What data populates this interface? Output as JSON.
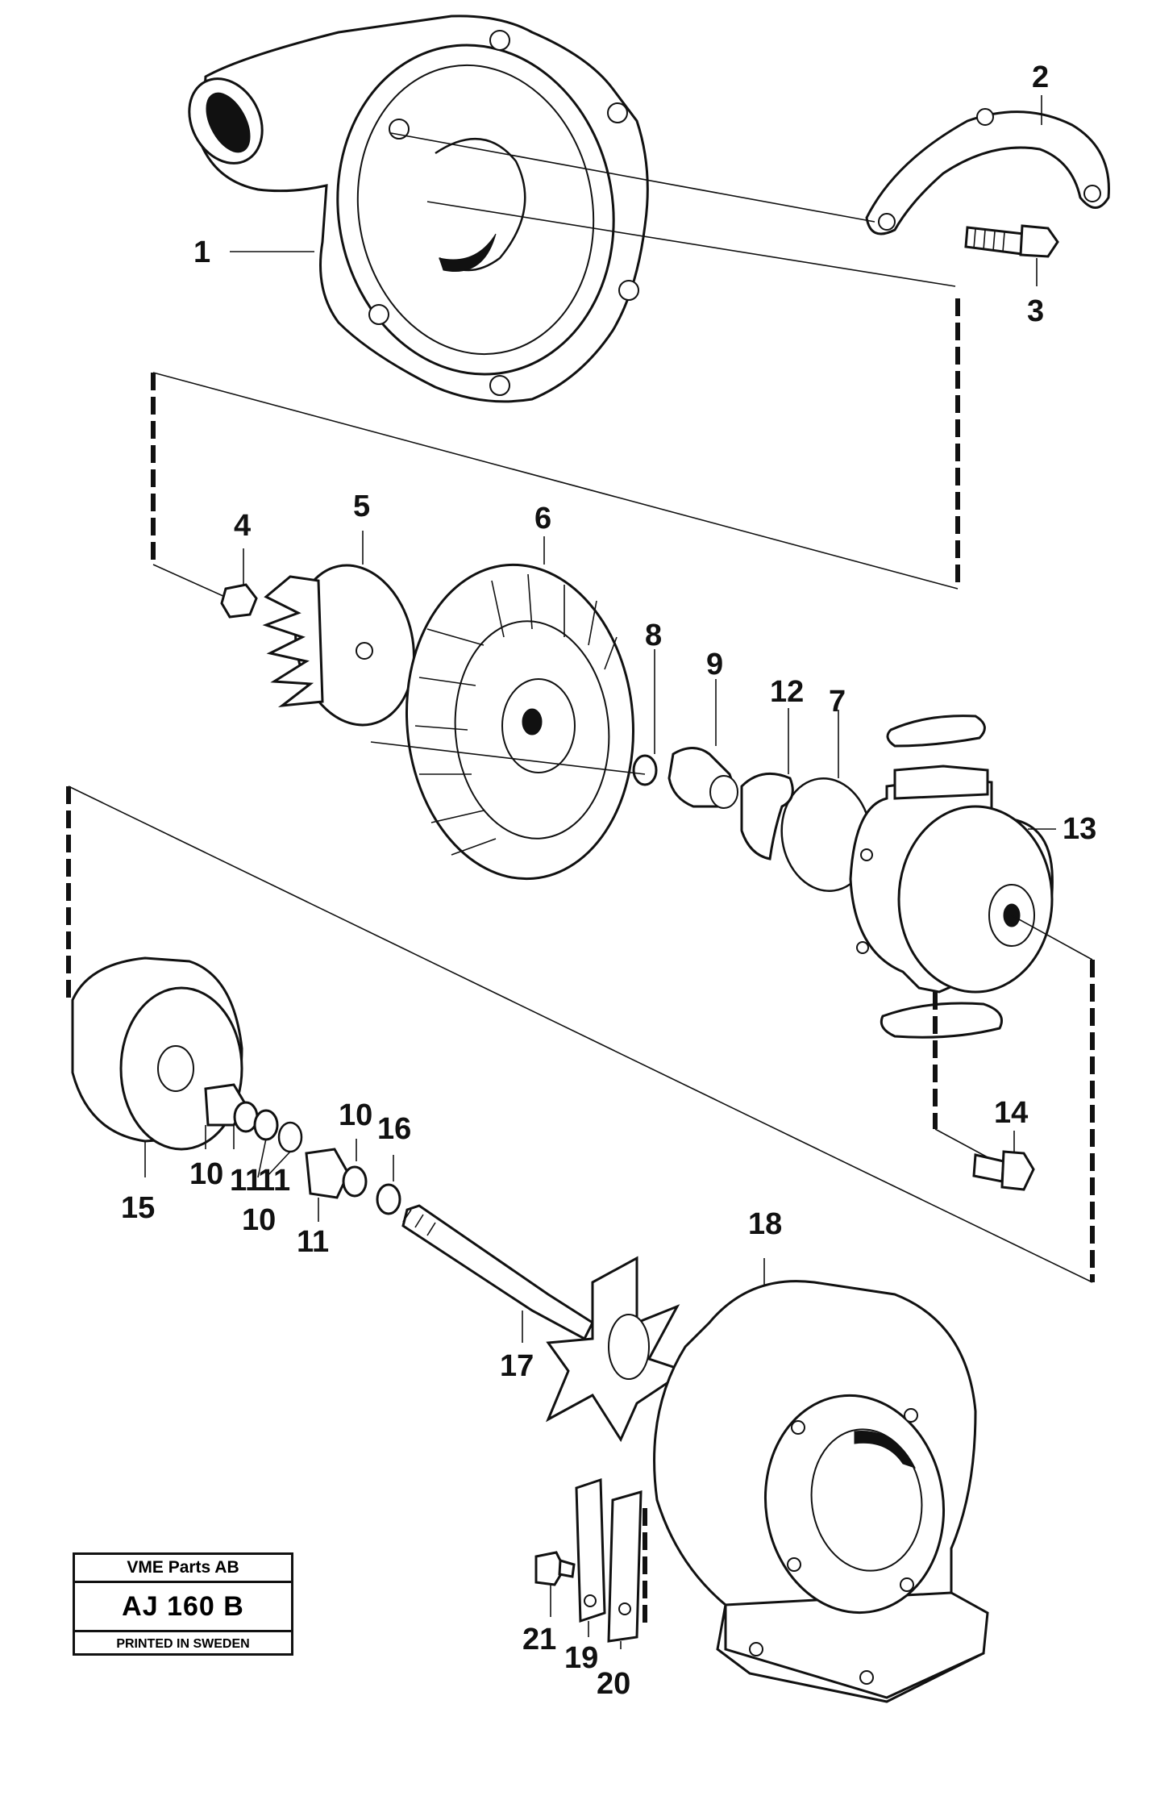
{
  "stamp": {
    "company": "VME Parts AB",
    "code": "AJ 160 B",
    "printed": "PRINTED IN SWEDEN"
  },
  "callouts": {
    "c1": "1",
    "c2": "2",
    "c3": "3",
    "c4": "4",
    "c5": "5",
    "c6": "6",
    "c7": "7",
    "c8": "8",
    "c9": "9",
    "c10a": "10",
    "c10b": "10",
    "c10c": "10",
    "c11a": "11",
    "c11b": "11",
    "c11c": "11",
    "c12": "12",
    "c13": "13",
    "c14": "14",
    "c15": "15",
    "c16": "16",
    "c17": "17",
    "c18": "18",
    "c19": "19",
    "c20": "20",
    "c21": "21"
  }
}
